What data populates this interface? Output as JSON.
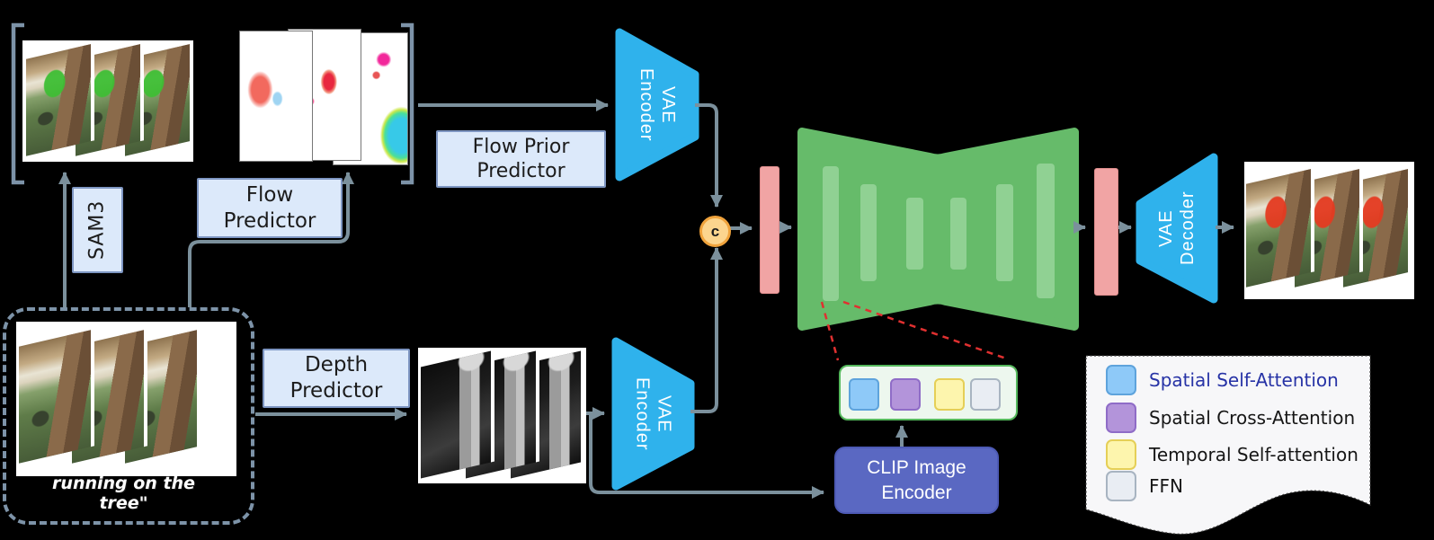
{
  "diagram": {
    "boxes": {
      "sam3": {
        "label": "SAM3"
      },
      "flow_predictor": {
        "label": "Flow\nPredictor"
      },
      "flow_prior_predictor": {
        "label": "Flow Prior\nPredictor"
      },
      "depth_predictor": {
        "label": "Depth\nPredictor"
      },
      "vae_encoder_top": {
        "label": "VAE\nEncoder"
      },
      "vae_encoder_bottom": {
        "label": "VAE\nEncoder"
      },
      "vae_decoder": {
        "label": "VAE\nDecoder"
      },
      "clip_image_encoder": {
        "label": "CLIP Image\nEncoder"
      },
      "concat_node": {
        "label": "c"
      }
    },
    "input_caption": "running on the tree\"",
    "legend": {
      "items": [
        {
          "id": "spatial-self-attention",
          "label": "Spatial Self-Attention",
          "fill": "#8ec9f8",
          "border": "#5ea3dc",
          "text": "#2733a6"
        },
        {
          "id": "spatial-cross-attention",
          "label": "Spatial Cross-Attention",
          "fill": "#b394da",
          "border": "#8f6cc7",
          "text": "#161616"
        },
        {
          "id": "temporal-self-attention",
          "label": "Temporal Self-attention",
          "fill": "#fdf5ad",
          "border": "#e5cf57",
          "text": "#161616"
        },
        {
          "id": "ffn",
          "label": "FFN",
          "fill": "#e9edf3",
          "border": "#a8b4c1",
          "text": "#161616"
        }
      ]
    },
    "colors": {
      "wire": "#7b909c",
      "bracket": "#7d93a8",
      "label_box_fill": "#dce9fa",
      "label_box_border": "#7e96c2",
      "vae_fill": "#2fb2ec",
      "unet_fill": "#66bb6a",
      "unet_bar": "#90d193",
      "latent_bar": "#f1a4a4",
      "concat_fill": "#fcd58e",
      "concat_border": "#f0a33c",
      "clip_fill": "#5a68c2",
      "zoom_line": "#e03030",
      "legend_paper": "#f7f7f9"
    }
  }
}
